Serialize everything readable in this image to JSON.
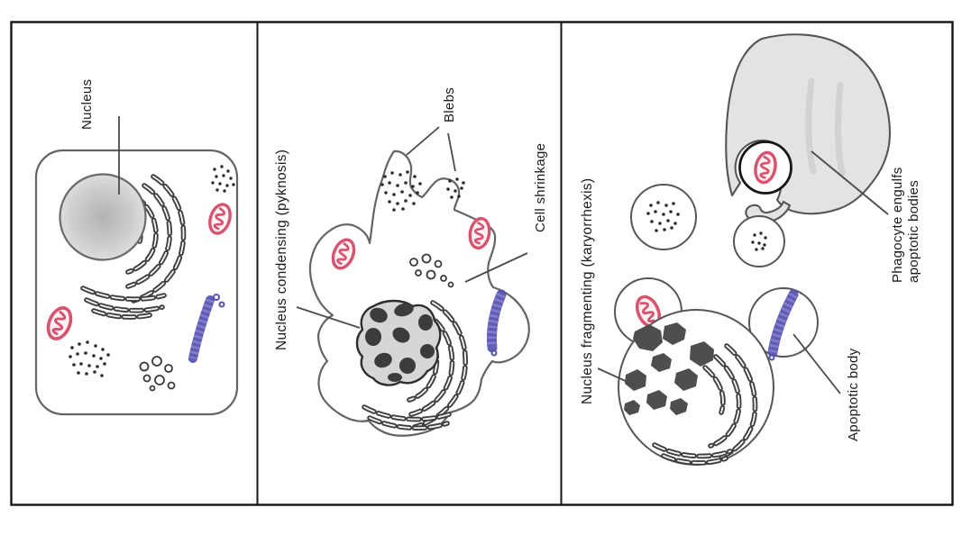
{
  "panels": [
    {
      "name": "normal-cell",
      "labels": {
        "nucleus": "Nucleus"
      },
      "parts": [
        "cell-membrane",
        "nucleus",
        "endoplasmic-reticulum",
        "mitochondrion",
        "ribosome-cluster",
        "vesicles",
        "golgi-blue-region"
      ]
    },
    {
      "name": "apoptotic-cell-early",
      "labels": {
        "blebs": "Blebs",
        "nucleus_condensing": "Nucleus condensing (pyknosis)",
        "cell_shrinkage": "Cell shrinkage"
      },
      "parts": [
        "shrunken-cell-membrane",
        "blebs",
        "condensed-nucleus",
        "endoplasmic-reticulum",
        "mitochondrion",
        "ribosome-cluster",
        "vesicles",
        "golgi-blue-region"
      ]
    },
    {
      "name": "apoptotic-cell-late",
      "labels": {
        "nucleus_fragmenting": "Nucleus fragmenting (karyorrhexis)",
        "phagocyte_line1": "Phagocyte engulfs",
        "phagocyte_line2": "apoptotic bodies",
        "apoptotic_body": "Apoptotic body"
      },
      "parts": [
        "phagocyte",
        "engulfed-apoptotic-body",
        "apoptotic-body-ribosomes",
        "apoptotic-body-mitochondrion",
        "apoptotic-body-golgi",
        "fragmenting-cell",
        "nucleus-fragments",
        "endoplasmic-reticulum"
      ]
    }
  ],
  "colors": {
    "mitochondrion": "#d8536f",
    "mitochondrion_fill": "#fdf3f5",
    "organelle_blue": "#5551b0",
    "cell_outline": "#646464",
    "nucleus_gray": "#c2c2c2",
    "phagocyte_fill": "#e3e3e3",
    "chromatin_dark": "#3c3c3c",
    "label_text": "#1c1c1c",
    "frame": "#161616",
    "background": "#ffffff"
  },
  "orientation": "labels rotated 90 degrees counterclockwise"
}
